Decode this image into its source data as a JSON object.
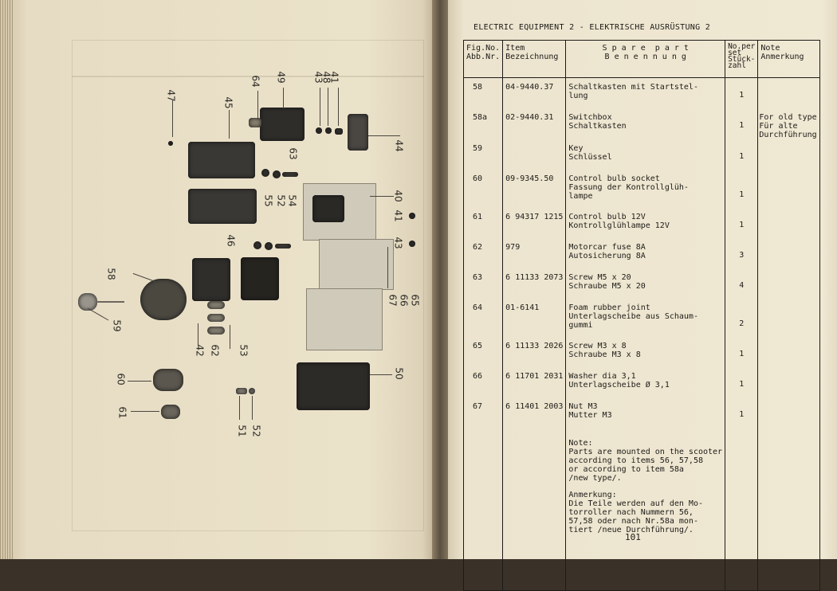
{
  "header": {
    "title": "ELECTRIC EQUIPMENT 2 - ELEKTRISCHE AUSRÜSTUNG 2",
    "page_number": "101"
  },
  "columns": {
    "fig_no": "Fig.No.\nAbb.Nr.",
    "item": "Item\nBezeichnung",
    "spare_part": "S p a r e  p a r t\nB e n e n n u n g",
    "no_per_set": "No.per\nset\nStück-\nzahl",
    "note": "Note\nAnmerkung"
  },
  "rows": [
    {
      "fig": "58",
      "item": "04-9440.37",
      "name": "Schaltkasten mit Startstel-\nlung",
      "qty": "1",
      "note": ""
    },
    {
      "fig": "58a",
      "item": "02-9440.31",
      "name": "Switchbox\nSchaltkasten",
      "qty": "1",
      "note": "For old type\nFür alte\nDurchführung"
    },
    {
      "fig": "59",
      "item": "",
      "name": "Key\nSchlüssel",
      "qty": "1",
      "note": ""
    },
    {
      "fig": "60",
      "item": "09-9345.50",
      "name": "Control bulb socket\nFassung der Kontrollglüh-\nlampe",
      "qty": "1",
      "note": ""
    },
    {
      "fig": "61",
      "item": "6 94317 1215",
      "name": "Control bulb 12V\nKontrollglühlampe 12V",
      "qty": "1",
      "note": ""
    },
    {
      "fig": "62",
      "item": "979",
      "name": "Motorcar fuse 8A\nAutosicherung 8A",
      "qty": "3",
      "note": ""
    },
    {
      "fig": "63",
      "item": "6 11133 2073",
      "name": "Screw M5 x 20\nSchraube M5 x 20",
      "qty": "4",
      "note": ""
    },
    {
      "fig": "64",
      "item": "01-6141",
      "name": "Foam rubber joint\nUnterlagscheibe aus Schaum-\ngummi",
      "qty": "2",
      "note": ""
    },
    {
      "fig": "65",
      "item": "6 11133 2026",
      "name": "Screw M3 x 8\nSchraube M3 x 8",
      "qty": "1",
      "note": ""
    },
    {
      "fig": "66",
      "item": "6 11701 2031",
      "name": "Washer dia 3,1\nUnterlagscheibe Ø 3,1",
      "qty": "1",
      "note": ""
    },
    {
      "fig": "67",
      "item": "6 11401 2003",
      "name": "Nut M3\nMutter M3",
      "qty": "1",
      "note": ""
    }
  ],
  "footnote_en": "Note:\nParts are mounted on the scooter\naccording to items 56, 57,58\nor according to item 58a\n/new type/.",
  "footnote_de": "Anmerkung:\nDie Teile werden auf den Mo-\ntorroller nach Nummern 56,\n57,58 oder nach Nr.58a mon-\ntiert /neue Durchführung/.",
  "diagram_labels": [
    "41",
    "48",
    "43",
    "49",
    "64",
    "47",
    "45",
    "44",
    "63",
    "54",
    "52",
    "55",
    "40",
    "41",
    "43",
    "46",
    "58",
    "59",
    "65",
    "66",
    "67",
    "53",
    "62",
    "42",
    "50",
    "60",
    "61",
    "52",
    "51"
  ],
  "colors": {
    "paper": "#efe8d3",
    "ink": "#1d1b18",
    "dark_part": "#3a3834"
  }
}
